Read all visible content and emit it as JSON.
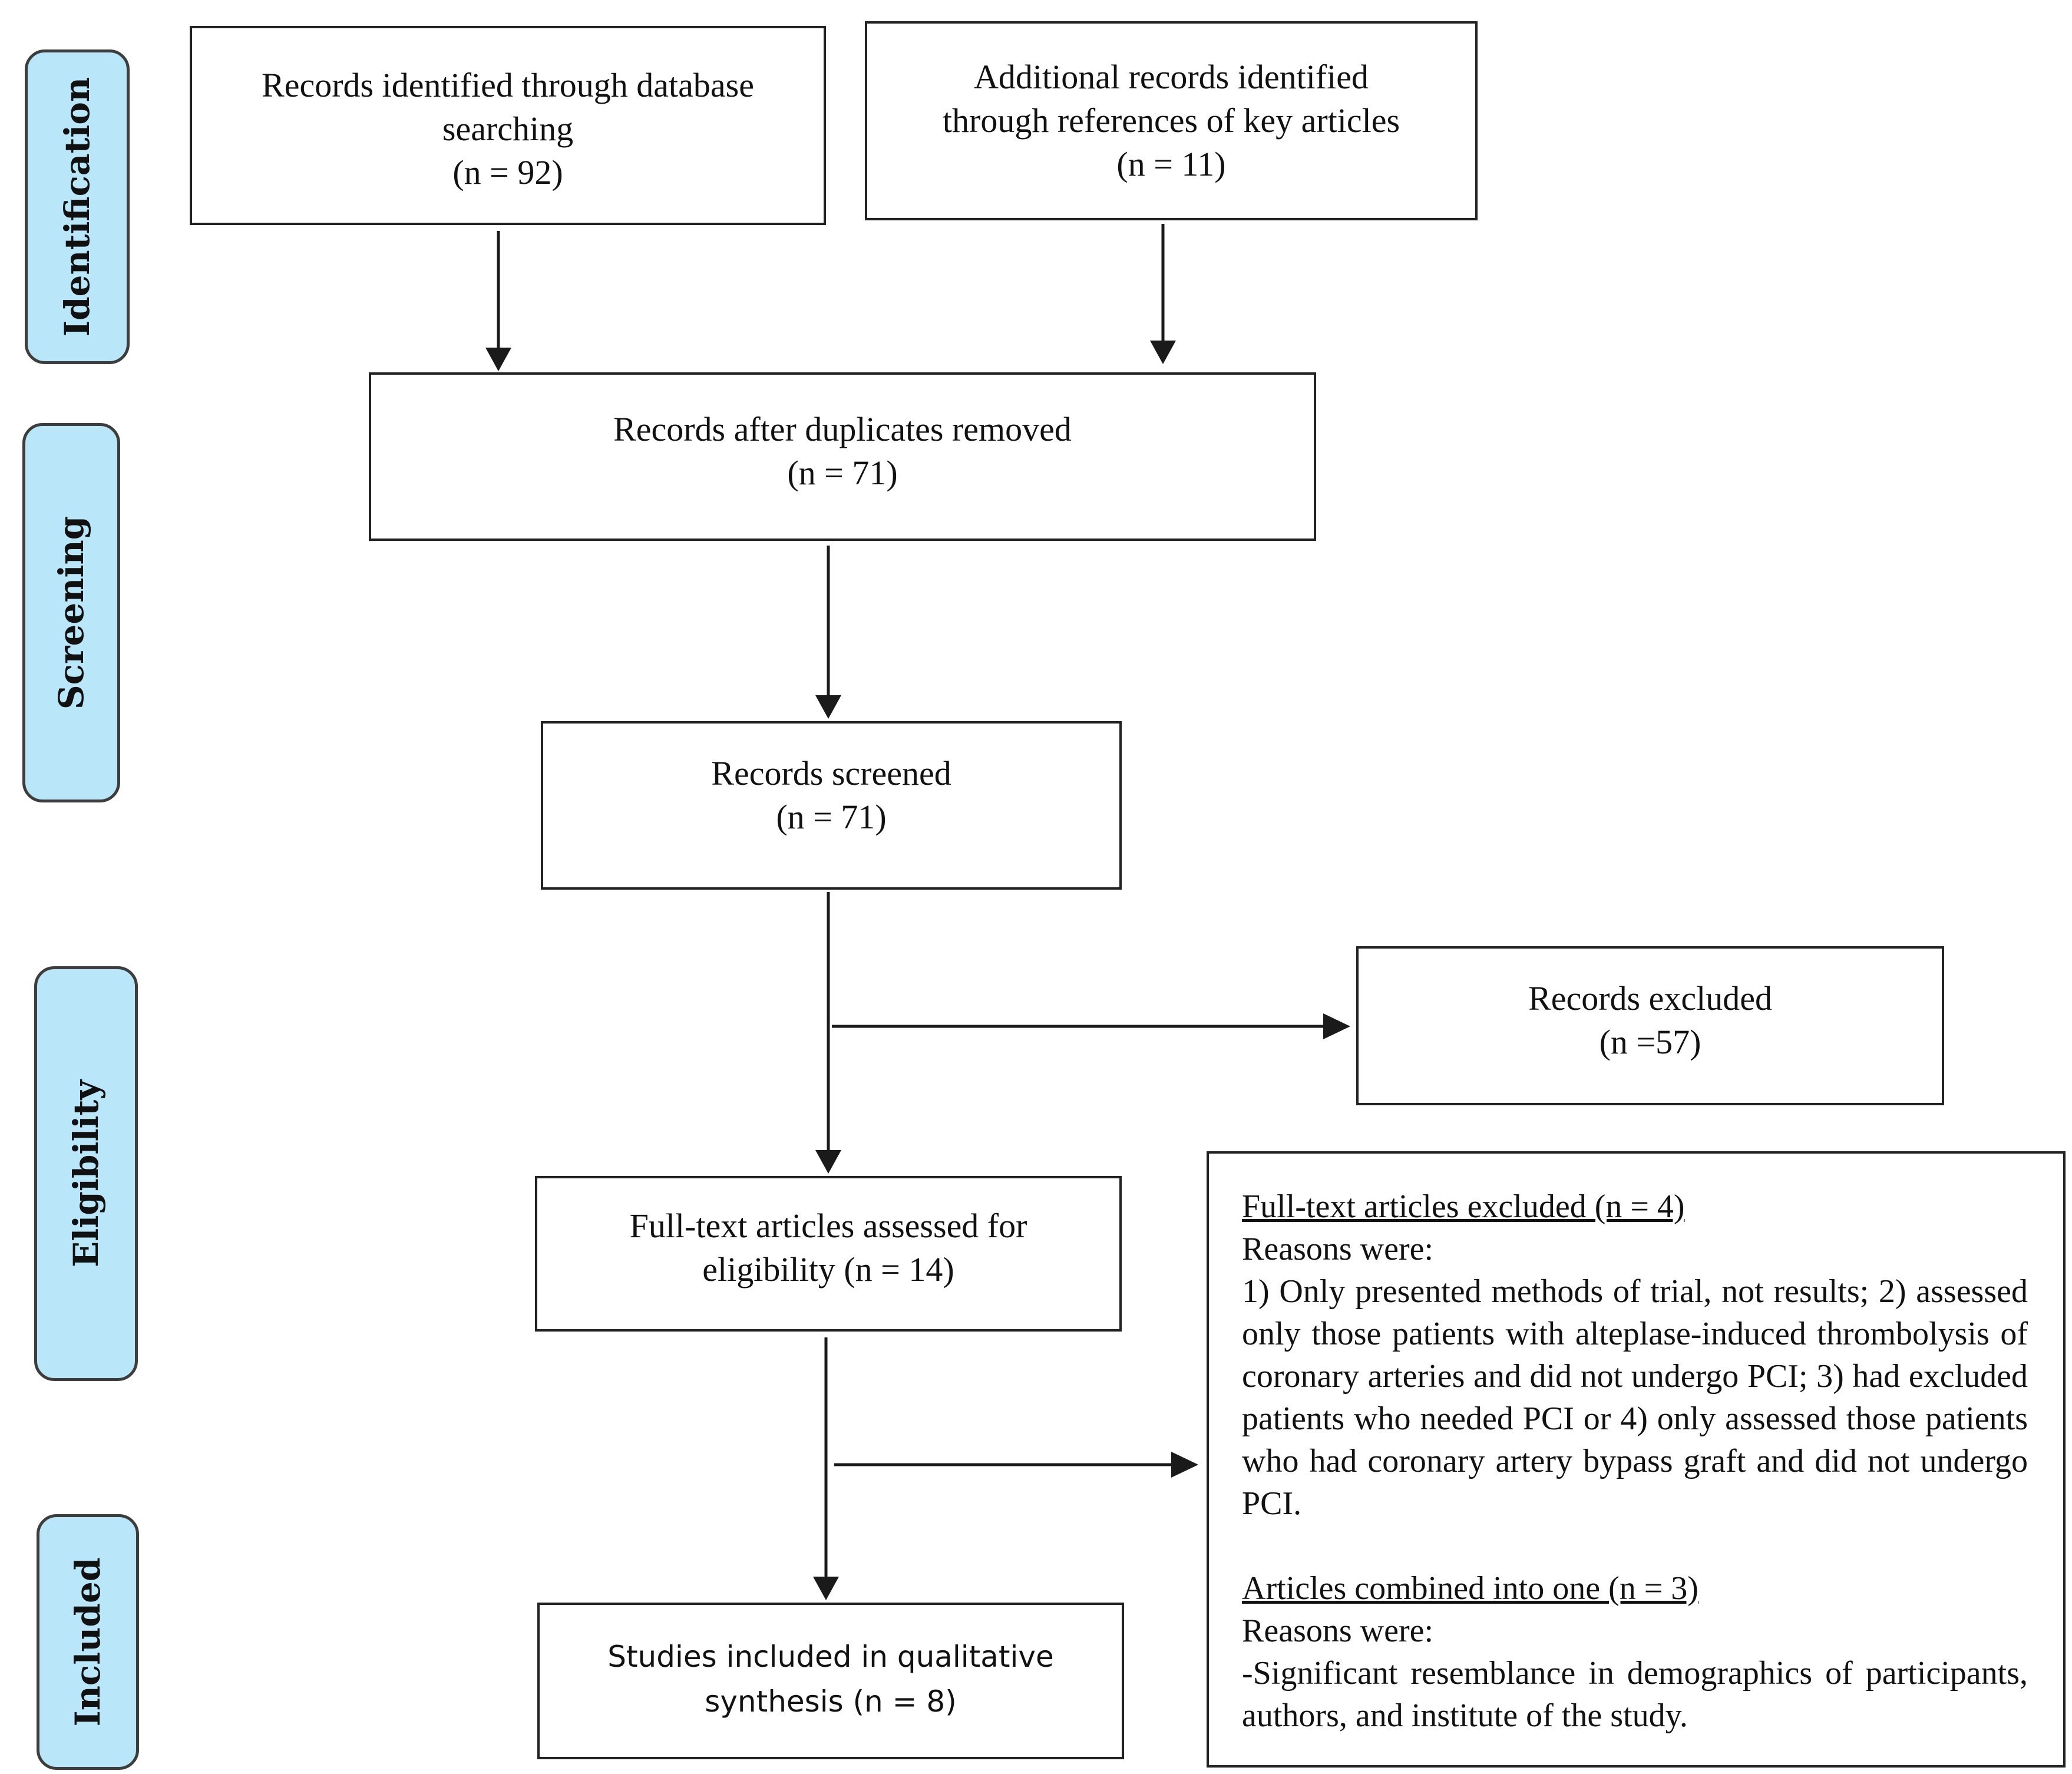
{
  "phases": {
    "identification": "Identification",
    "screening": "Screening",
    "eligibility": "Eligibility",
    "included": "Included"
  },
  "boxes": {
    "database": {
      "lines": [
        "Records identified through database",
        "searching",
        "(n = 92)"
      ]
    },
    "additional": {
      "lines": [
        "Additional records identified",
        "through references of key articles",
        "(n = 11)"
      ]
    },
    "duplicates": {
      "lines": [
        "Records after duplicates removed",
        "(n = 71)"
      ]
    },
    "screened": {
      "lines": [
        "Records screened",
        "(n = 71)"
      ]
    },
    "records_excluded": {
      "lines": [
        "Records excluded",
        "(n =57)"
      ]
    },
    "fulltext": {
      "lines": [
        "Full-text articles assessed for",
        "eligibility (n = 14)"
      ]
    },
    "included": {
      "lines": [
        "Studies included in qualitative",
        "synthesis (n = 8)"
      ]
    }
  },
  "exclusion_notes": {
    "excluded_heading": "Full-text articles excluded (n = 4)",
    "excluded_reasons_label": "Reasons were:",
    "excluded_reasons_text": "1) Only presented methods of trial, not results; 2) assessed only those patients with alteplase-induced thrombolysis of coronary arteries and did not undergo PCI; 3) had excluded patients who needed PCI or 4) only assessed those patients who had coronary artery bypass graft and did not undergo PCI.",
    "combined_heading": "Articles combined into one (n = 3)",
    "combined_reasons_label": "Reasons were:",
    "combined_reasons_text": "-Significant resemblance in demographics of participants, authors, and institute of the study."
  }
}
